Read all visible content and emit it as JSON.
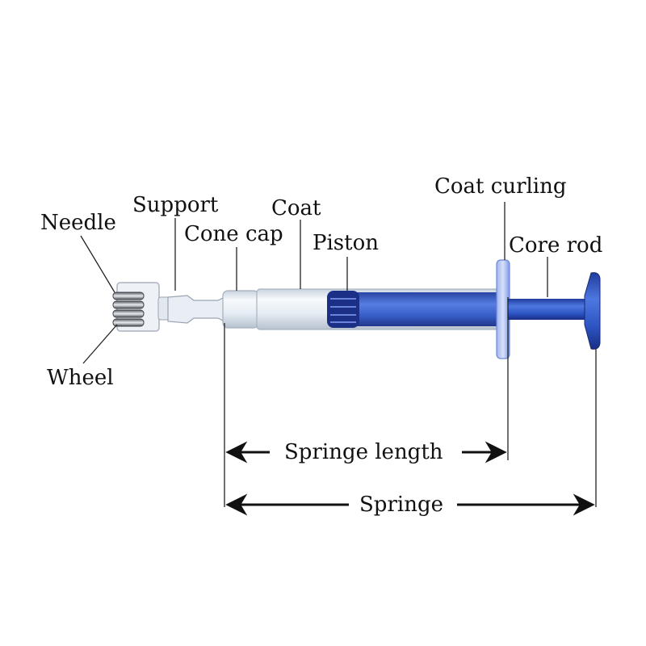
{
  "labels": {
    "needle": "Needle",
    "support": "Support",
    "coat": "Coat",
    "cone_cap": "Cone cap",
    "piston": "Piston",
    "coat_curling": "Coat curling",
    "core_rod": "Core rod",
    "wheel": "Wheel"
  },
  "dimensions": {
    "syringe_length": "Springe length",
    "syringe_total": "Springe"
  },
  "colors": {
    "plunger_blue": "#2f58c6",
    "plunger_dark": "#1b2f86",
    "barrel_clear": "#e4ecf4",
    "line": "#222222"
  }
}
